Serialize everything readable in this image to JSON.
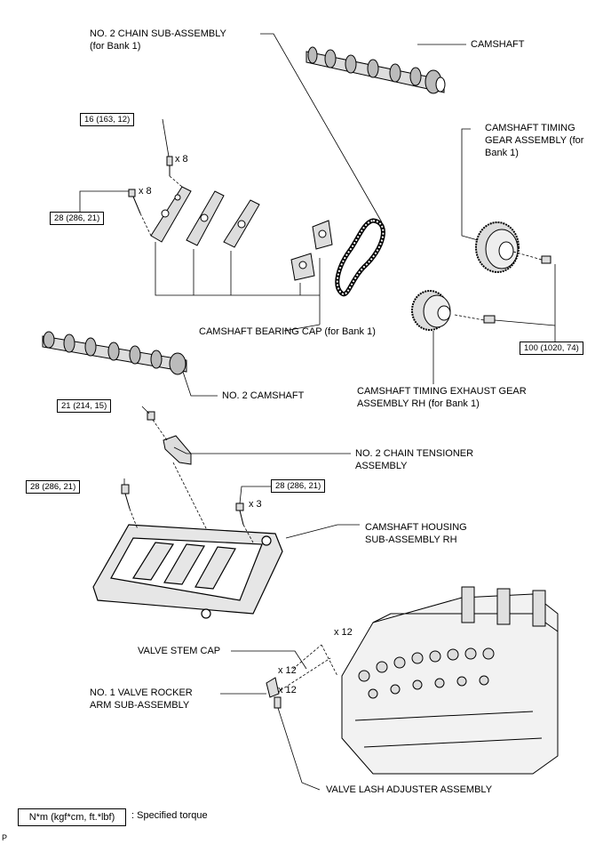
{
  "labels": {
    "chain_no2": [
      "NO. 2 CHAIN SUB-ASSEMBLY",
      "(for Bank 1)"
    ],
    "camshaft": "CAMSHAFT",
    "timing_gear": [
      "CAMSHAFT TIMING",
      "GEAR ASSEMBLY (for",
      "Bank 1)"
    ],
    "bearing_cap": "CAMSHAFT BEARING CAP (for Bank 1)",
    "camshaft_no2": "NO. 2 CAMSHAFT",
    "exhaust_gear": [
      "CAMSHAFT TIMING EXHAUST GEAR",
      "ASSEMBLY RH (for Bank 1)"
    ],
    "tensioner": [
      "NO. 2 CHAIN TENSIONER",
      "ASSEMBLY"
    ],
    "housing": [
      "CAMSHAFT HOUSING",
      "SUB-ASSEMBLY RH"
    ],
    "valve_stem_cap": "VALVE STEM CAP",
    "rocker_arm": [
      "NO. 1 VALVE ROCKER",
      "ARM SUB-ASSEMBLY"
    ],
    "lash_adjuster": "VALVE LASH ADJUSTER ASSEMBLY"
  },
  "torques": {
    "t16": "16 (163, 12)",
    "t28a": "28 (286, 21)",
    "t100": "100 (1020, 74)",
    "t21": "21 (214, 15)",
    "t28b": "28 (286, 21)",
    "t28c": "28 (286, 21)"
  },
  "quantities": {
    "q8a": "x 8",
    "q8b": "x 8",
    "q3": "x 3",
    "q12a": "x 12",
    "q12b": "x 12",
    "q12c": "x 12"
  },
  "legend": {
    "unit": "N*m (kgf*cm, ft.*lbf)",
    "text": ": Specified torque"
  },
  "corner_mark": "P"
}
